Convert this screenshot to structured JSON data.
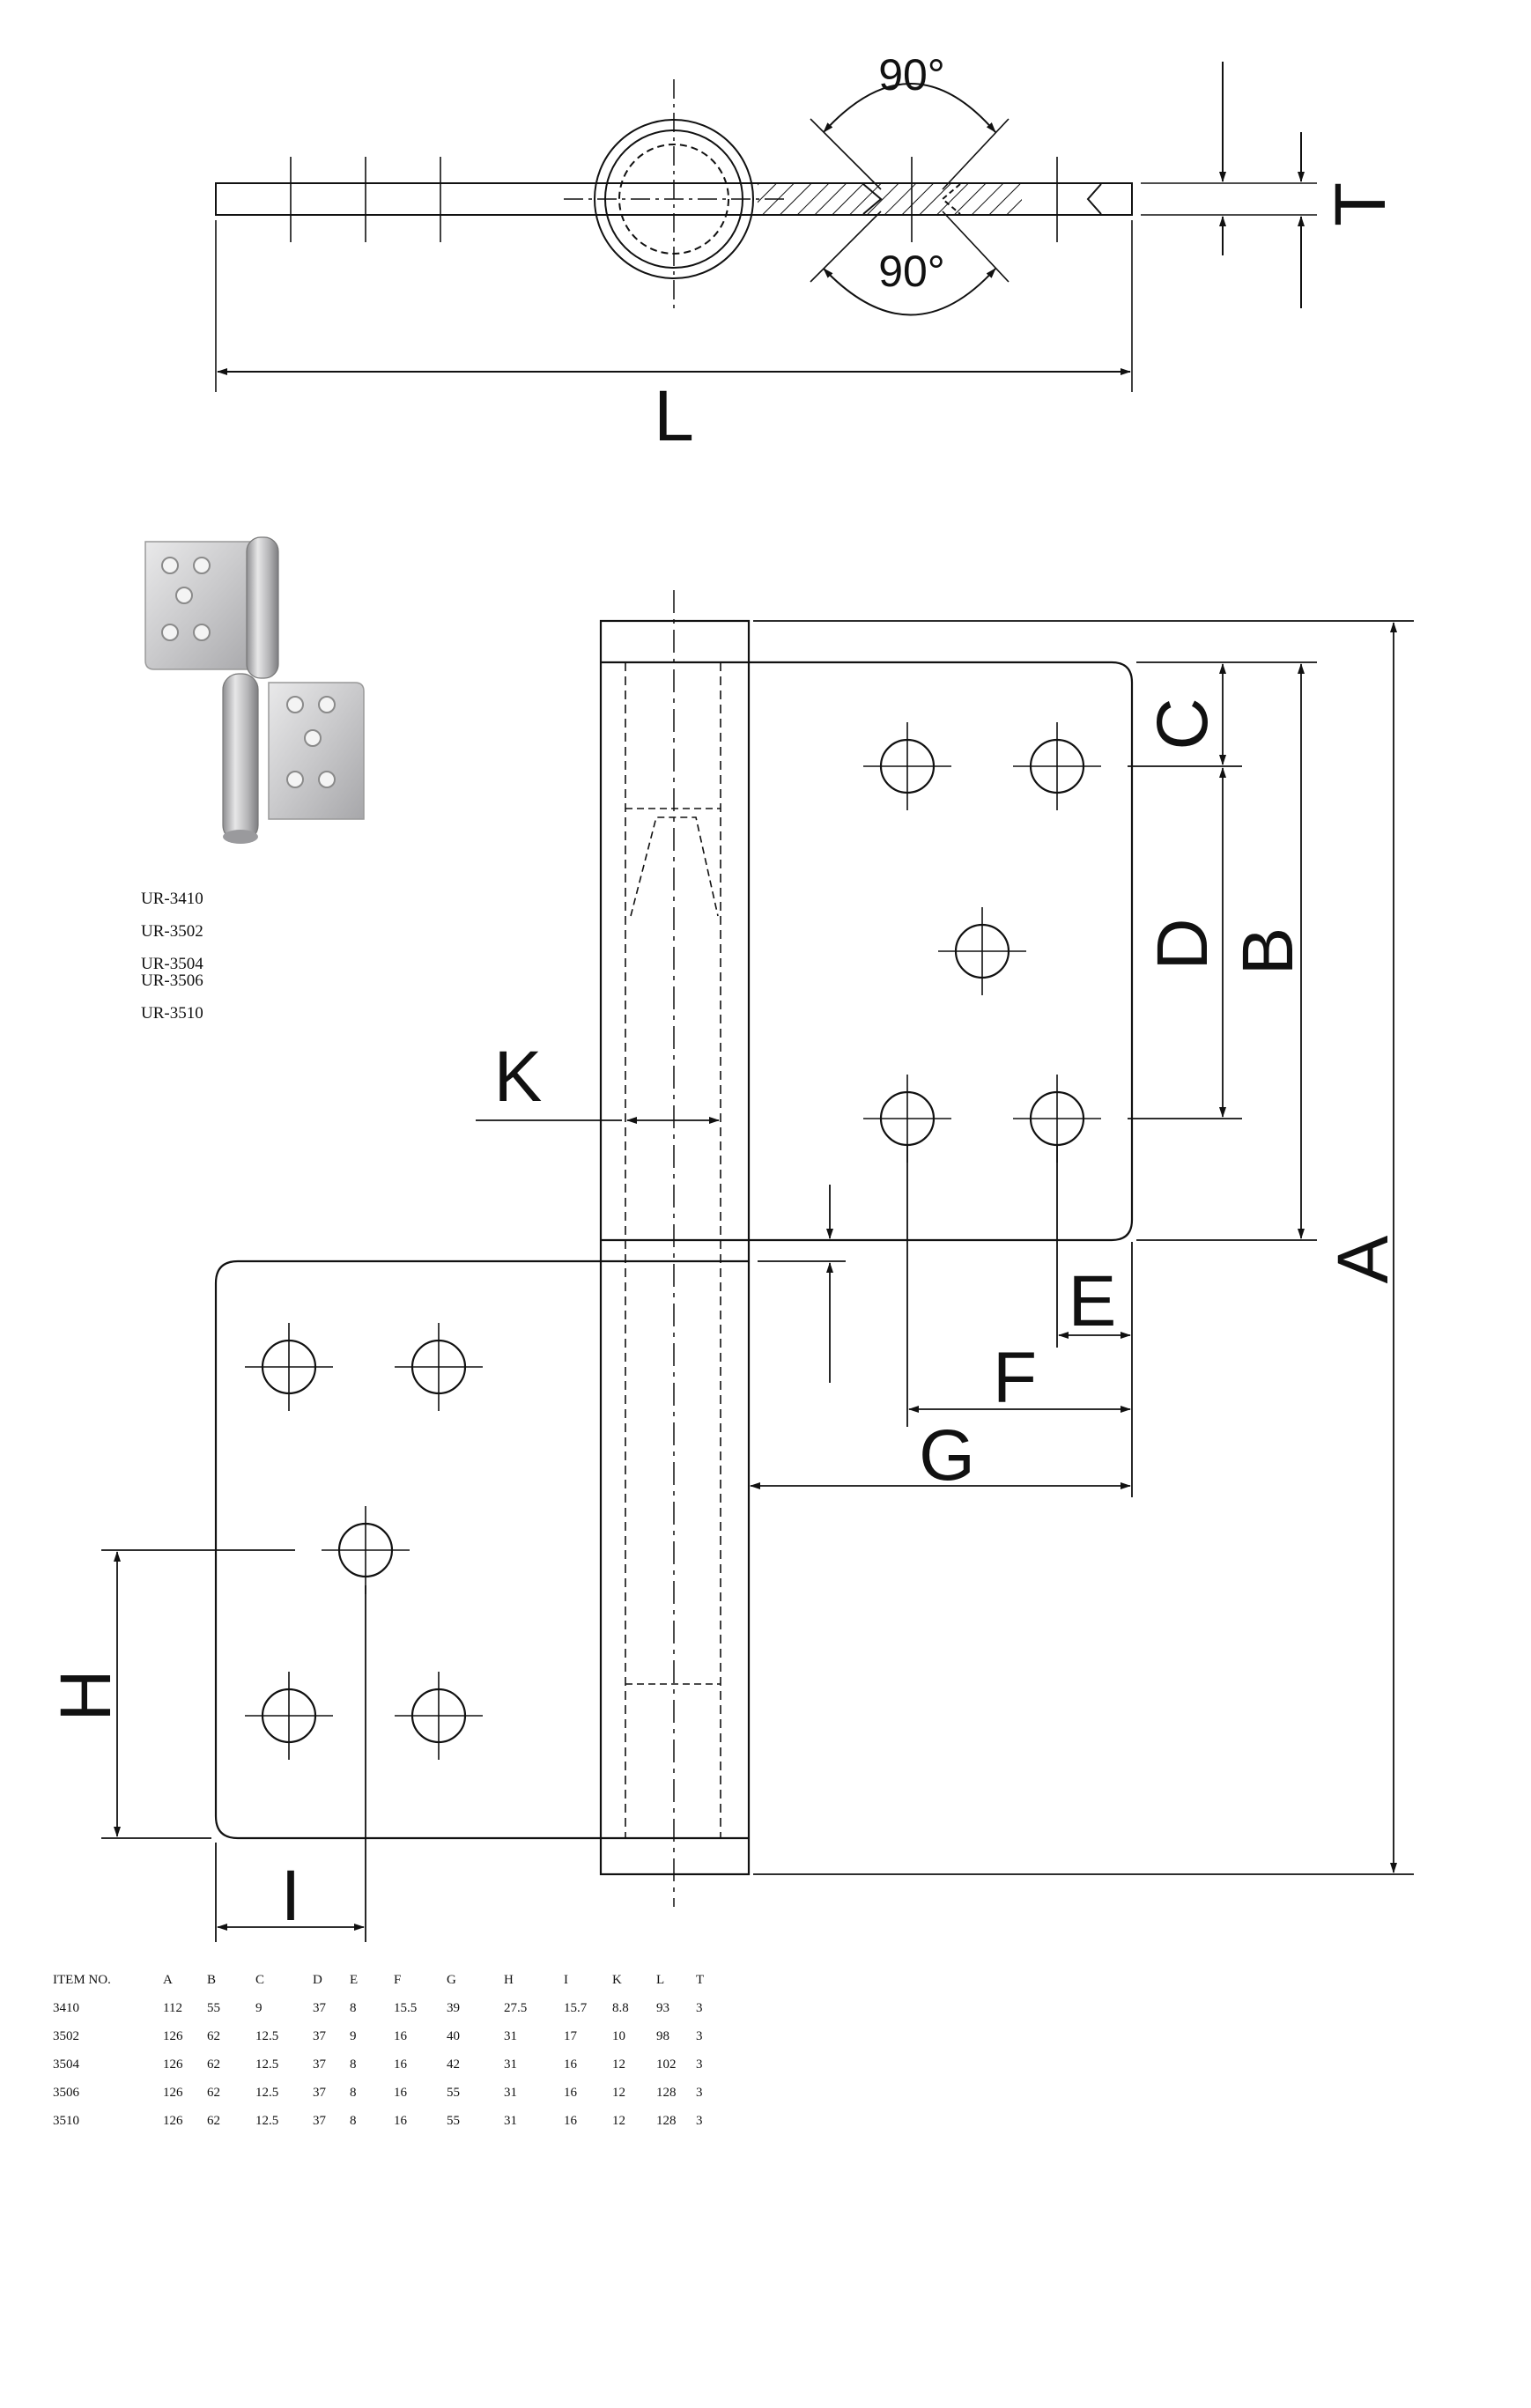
{
  "top_view": {
    "angle_top": "90°",
    "angle_bottom": "90°",
    "dim_L": "L",
    "dim_T": "T"
  },
  "front_view": {
    "dim_A": "A",
    "dim_B": "B",
    "dim_C": "C",
    "dim_D": "D",
    "dim_E": "E",
    "dim_F": "F",
    "dim_G": "G",
    "dim_H": "H",
    "dim_I": "I",
    "dim_K": "K"
  },
  "product_models": [
    "UR-3410",
    "UR-3502",
    "UR-3504",
    "UR-3506",
    "UR-3510"
  ],
  "spec_table": {
    "headers": [
      "ITEM NO.",
      "A",
      "B",
      "C",
      "D",
      "E",
      "F",
      "G",
      "H",
      "I",
      "K",
      "L",
      "T"
    ],
    "rows": [
      [
        "3410",
        "112",
        "55",
        "9",
        "37",
        "8",
        "15.5",
        "39",
        "27.5",
        "15.7",
        "8.8",
        "93",
        "3"
      ],
      [
        "3502",
        "126",
        "62",
        "12.5",
        "37",
        "9",
        "16",
        "40",
        "31",
        "17",
        "10",
        "98",
        "3"
      ],
      [
        "3504",
        "126",
        "62",
        "12.5",
        "37",
        "8",
        "16",
        "42",
        "31",
        "16",
        "12",
        "102",
        "3"
      ],
      [
        "3506",
        "126",
        "62",
        "12.5",
        "37",
        "8",
        "16",
        "55",
        "31",
        "16",
        "12",
        "128",
        "3"
      ],
      [
        "3510",
        "126",
        "62",
        "12.5",
        "37",
        "8",
        "16",
        "55",
        "31",
        "16",
        "12",
        "128",
        "3"
      ]
    ]
  }
}
